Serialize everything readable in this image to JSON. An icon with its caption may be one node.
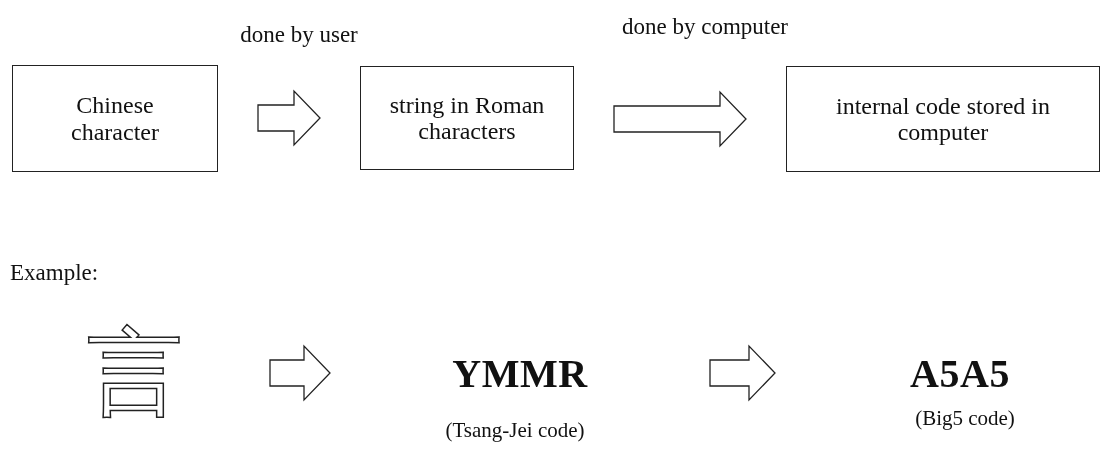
{
  "diagram": {
    "nodes": [
      {
        "text": [
          "Chinese character"
        ]
      },
      {
        "text": [
          "string in Roman characters"
        ]
      },
      {
        "text": [
          "internal code stored in computer"
        ]
      },
      {
        "text": [
          "言"
        ]
      },
      {
        "text": [
          "YMMR"
        ],
        "beside": [
          "(Tsang-Jei code)"
        ]
      },
      {
        "text": [
          "A5A5"
        ],
        "beside": [
          "(Big5 code)"
        ]
      }
    ],
    "edges": [
      {
        "from": 0,
        "to": 1,
        "arrow": "to",
        "label": "done by user"
      },
      {
        "from": 1,
        "to": 2,
        "arrow": "to",
        "label": "done by computer"
      },
      {
        "from": 3,
        "to": 4,
        "arrow": "to"
      },
      {
        "from": 4,
        "to": 5,
        "arrow": "to"
      }
    ],
    "labels": [
      "Example:"
    ]
  }
}
